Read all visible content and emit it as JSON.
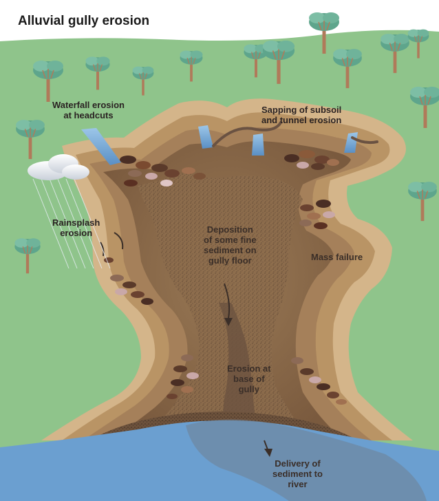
{
  "title": "Alluvial gully erosion",
  "labels": {
    "waterfall": [
      "Waterfall erosion",
      "at headcuts"
    ],
    "sapping": [
      "Sapping of subsoil",
      "and tunnel erosion"
    ],
    "rainsplash": [
      "Rainsplash",
      "erosion"
    ],
    "deposition": [
      "Deposition",
      "of some fine",
      "sediment on",
      "gully floor"
    ],
    "mass_failure": [
      "Mass failure"
    ],
    "base_erosion": [
      "Erosion at",
      "base of",
      "gully"
    ],
    "delivery": [
      "Delivery of",
      "sediment to",
      "river"
    ]
  },
  "colors": {
    "grass": "#8fc48b",
    "river": "#6b9fd0",
    "bank_light": "#d4b58a",
    "bank_mid": "#b99465",
    "gully_floor": "#8a6a48",
    "sediment_dark": "#4a3a2e"
  },
  "icons": [
    "tree-icon",
    "cloud-icon",
    "rock-icon",
    "arrow-icon"
  ]
}
